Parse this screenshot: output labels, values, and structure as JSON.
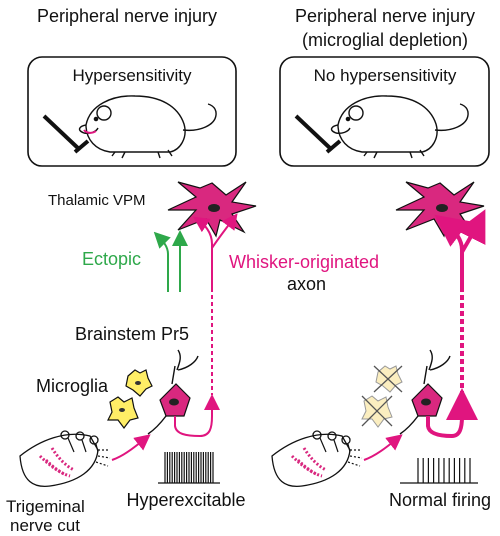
{
  "left_panel": {
    "title": "Peripheral nerve injury",
    "behavior_label": "Hypersensitivity",
    "vpm_label": "Thalamic VPM",
    "ectopic_label": "Ectopic",
    "pr5_label": "Brainstem Pr5",
    "microglia_label": "Microglia",
    "cut_label_line1": "Trigeminal",
    "cut_label_line2": "nerve cut",
    "firing_label": "Hyperexcitable"
  },
  "right_panel": {
    "title_line1": "Peripheral nerve injury",
    "title_line2": "(microglial depletion)",
    "behavior_label": "No hypersensitivity",
    "firing_label": "Normal firing"
  },
  "center": {
    "axon_label_line1": "Whisker-originated",
    "axon_label_line2": "axon"
  },
  "colors": {
    "magenta": "#e0157f",
    "neuron_fill": "#d9287f",
    "green": "#2ea84a",
    "microglia_yellow": "#ffee66",
    "depleted_microglia": "#fbeec0",
    "black": "#111111"
  }
}
